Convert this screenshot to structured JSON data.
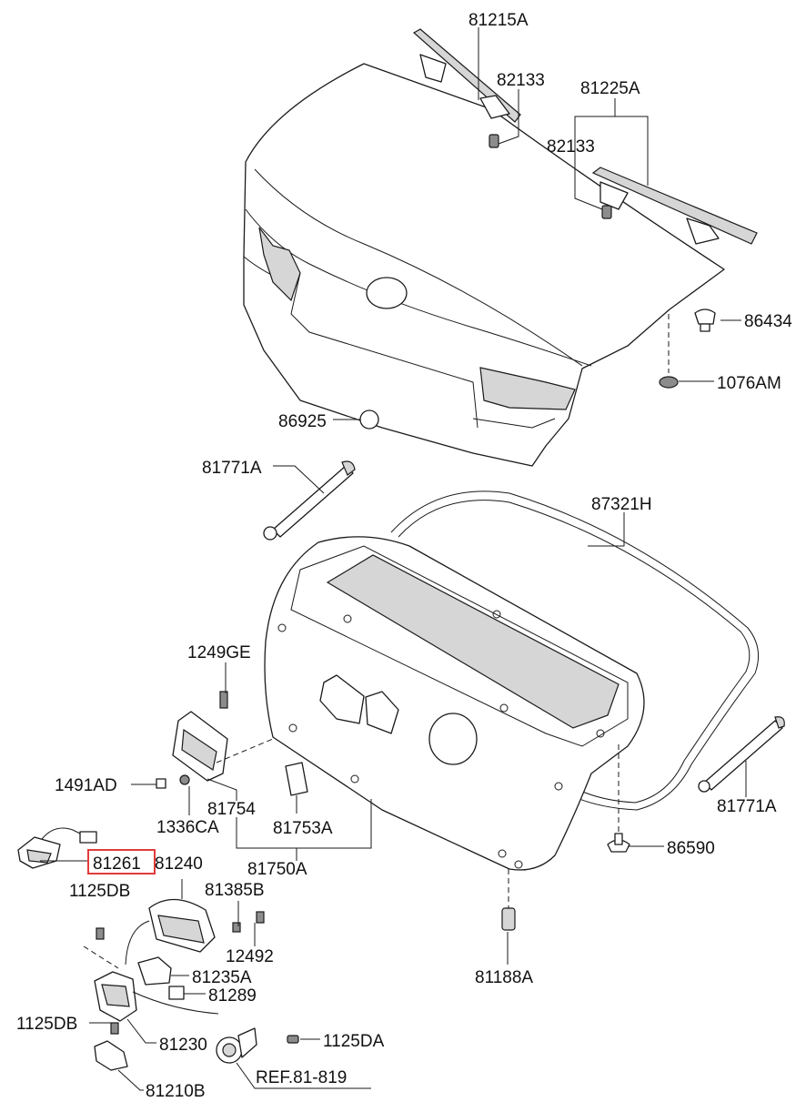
{
  "highlight_color": "#e23b3b",
  "labels": {
    "p81215A": "81215A",
    "p82133_top": "82133",
    "p81225A": "81225A",
    "p82133_right": "82133",
    "p86434": "86434",
    "p1076AM": "1076AM",
    "p86925": "86925",
    "p81771A_left": "81771A",
    "p87321H": "87321H",
    "p1249GE": "1249GE",
    "p1491AD": "1491AD",
    "p81754": "81754",
    "p1336CA": "1336CA",
    "p81753A": "81753A",
    "p81261": "81261",
    "p81240": "81240",
    "p81750A": "81750A",
    "p81771A_right": "81771A",
    "p86590": "86590",
    "p1125DB_top": "1125DB",
    "p81385B": "81385B",
    "p12492": "12492",
    "p81188A": "81188A",
    "p81235A": "81235A",
    "p81289": "81289",
    "p1125DB_bottom": "1125DB",
    "p81230": "81230",
    "p1125DA": "1125DA",
    "pREF": "REF.81-819",
    "p81210B": "81210B"
  }
}
